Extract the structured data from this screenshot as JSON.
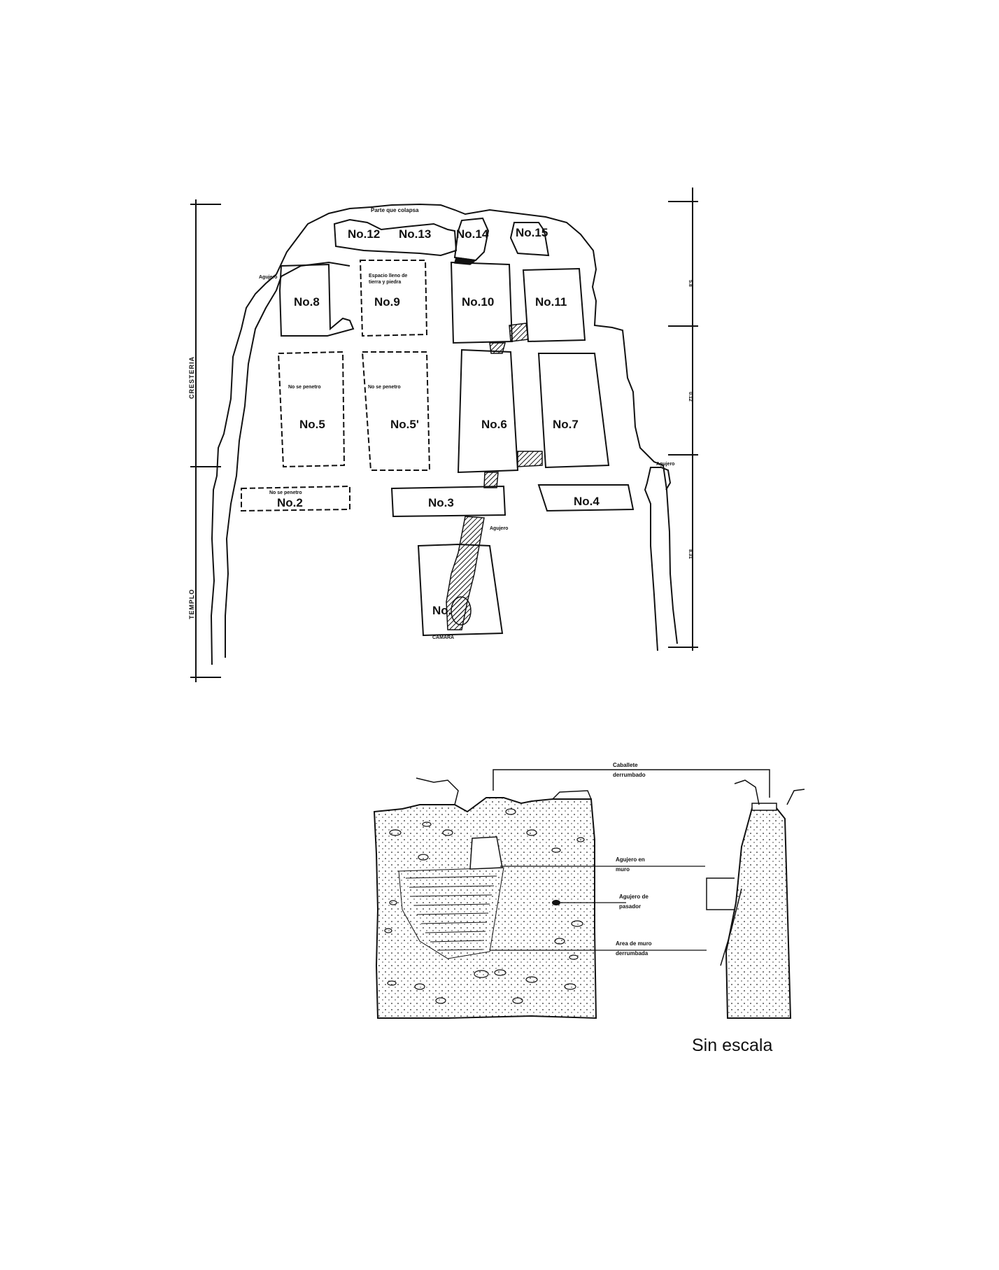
{
  "plan": {
    "top_note": "Parte que colapsa",
    "axis_left_top": "CRESTERIA",
    "axis_left_bottom": "TEMPLO",
    "dim_1": "5.8",
    "dim_2": "0.12",
    "dim_3": "8.31",
    "rooms": {
      "r2": "No.2",
      "r3": "No.3",
      "r4": "No.4",
      "r5": "No.5",
      "r5b": "No.5'",
      "r6": "No.6",
      "r7": "No.7",
      "r8": "No.8",
      "r9": "No.9",
      "r10": "No.10",
      "r11": "No.11",
      "r12": "No.12",
      "r13": "No.13",
      "r14": "No.14",
      "r15": "No.15",
      "r1": "No."
    },
    "notes": {
      "agujero_left": "Agujero",
      "agujero_right": "Agujero",
      "agujero_center": "Agujero",
      "espacio_1": "Espacio lleno de",
      "espacio_2": "tierra y piedra",
      "no_penetro_1": "No se penetro",
      "no_penetro_2": "No se penetro",
      "no_penetro_3": "No se penetro",
      "camara": "CAMARA"
    }
  },
  "elevation": {
    "caballete_1": "Caballete",
    "caballete_2": "derrumbado",
    "agujero_muro_1": "Agujero en",
    "agujero_muro_2": "muro",
    "agujero_pasador_1": "Agujero de",
    "agujero_pasador_2": "pasador",
    "area_muro_1": "Area de muro",
    "area_muro_2": "derrumbada"
  },
  "caption": "Sin escala"
}
